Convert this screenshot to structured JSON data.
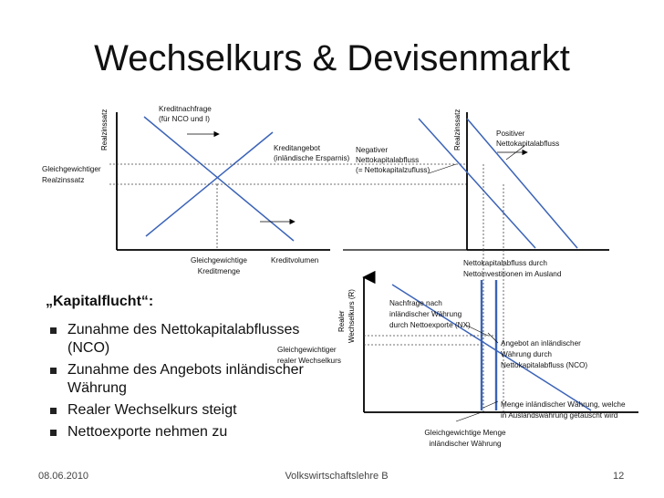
{
  "slide": {
    "title": "Wechselkurs & Devisenmarkt",
    "date": "08.06.2010",
    "course": "Volkswirtschaftslehre B",
    "page": "12"
  },
  "left_chart": {
    "y_axis": "Realzinssatz",
    "x_axis": "Kreditvolumen",
    "demand_label_1": "Kreditnachfrage",
    "demand_label_2": "(für NCO und I)",
    "supply_label_1": "Kreditangebot",
    "supply_label_2": "(inländische Ersparnis)",
    "eq_rate_1": "Gleichgewichtiger",
    "eq_rate_2": "Realzinssatz",
    "eq_amount_1": "Gleichgewichtige",
    "eq_amount_2": "Kreditmenge"
  },
  "right_chart": {
    "y_axis": "Realzinssatz",
    "x_axis_1": "Nettokapitalabfluss durch",
    "x_axis_2": "Nettoinvestitionen im Ausland",
    "neg_1": "Negativer",
    "neg_2": "Nettokapitalabfluss",
    "neg_3": "(= Nettokapitalzufluss)",
    "pos_1": "Positiver",
    "pos_2": "Nettokapitalabfluss"
  },
  "bottom_chart": {
    "y_axis_1": "Realer",
    "y_axis_2": "Wechselkurs (R)",
    "demand_1": "Nachfrage nach",
    "demand_2": "inländischer Währung",
    "demand_3": "durch Nettoexporte (NX)",
    "supply_1": "Angebot an inländischer",
    "supply_2": "Währung durch",
    "supply_3": "Nettokapitalabfluss (NCO)",
    "eq_rate_1": "Gleichgewichtiger",
    "eq_rate_2": "realer Wechselkurs",
    "quantity_1": "Menge inländischer Währung, welche",
    "quantity_2": "in Auslandswährung getauscht wird",
    "eq_quantity_1": "Gleichgewichtige Menge",
    "eq_quantity_2": "inländischer Währung"
  },
  "capital_flight": {
    "heading": "„Kapitalflucht“:",
    "bullets": [
      "Zunahme des Nettokapitalabflusses (NCO)",
      "Zunahme des Angebots inländischer Währung",
      "Realer Wechselkurs steigt",
      "Nettoexporte nehmen zu"
    ]
  },
  "colors": {
    "line_blue": "#3b63b8",
    "axis": "#000000"
  }
}
